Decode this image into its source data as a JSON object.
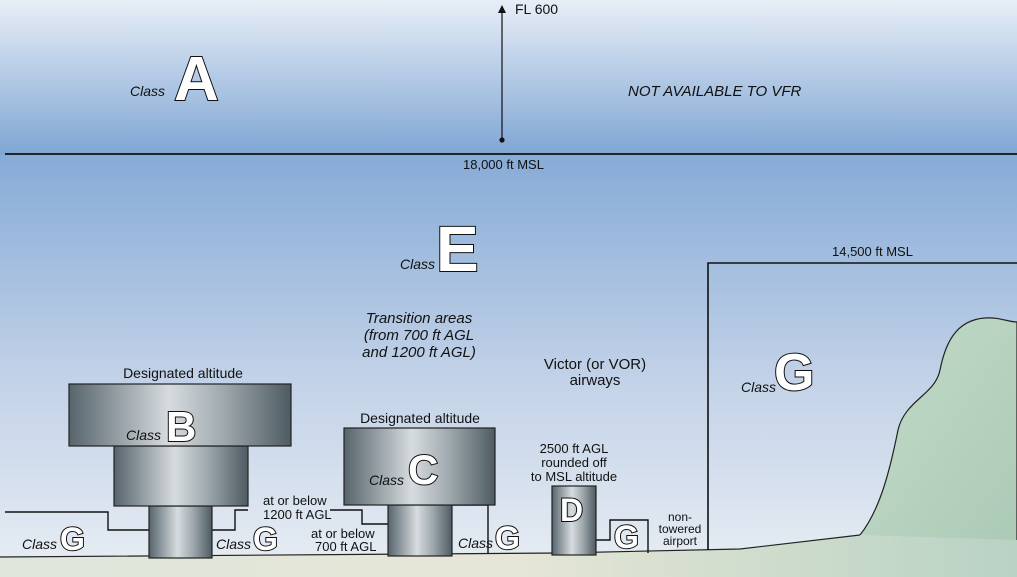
{
  "top": {
    "fl_label": "FL 600",
    "class_word": "Class",
    "class_letter": "A",
    "not_available": "NOT AVAILABLE TO VFR",
    "msl18_label": "18,000 ft MSL"
  },
  "class_e": {
    "class_word": "Class",
    "letter": "E",
    "transition_line1": "Transition areas",
    "transition_line2": "(from 700 ft AGL",
    "transition_line3": "and 1200 ft AGL)",
    "victor_line1": "Victor (or VOR)",
    "victor_line2": "airways"
  },
  "class_b": {
    "designated": "Designated altitude",
    "class_word": "Class",
    "letter": "B"
  },
  "class_c": {
    "designated": "Designated altitude",
    "class_word": "Class",
    "letter": "C"
  },
  "class_d": {
    "line1": "2500 ft AGL",
    "line2": "rounded off",
    "line3": "to MSL altitude",
    "letter": "D"
  },
  "class_g_right": {
    "msl14_label": "14,500 ft MSL",
    "class_word": "Class",
    "letter": "G"
  },
  "notes": {
    "b_low_line1": "at or below",
    "b_low_line2": "1200 ft AGL",
    "c_low_line1": "at or below",
    "c_low_line2": "700 ft AGL",
    "nontowered_line1": "non-",
    "nontowered_line2": "towered",
    "nontowered_line3": "airport"
  },
  "class_g_small": {
    "class_word": "Class",
    "letter": "G"
  }
}
